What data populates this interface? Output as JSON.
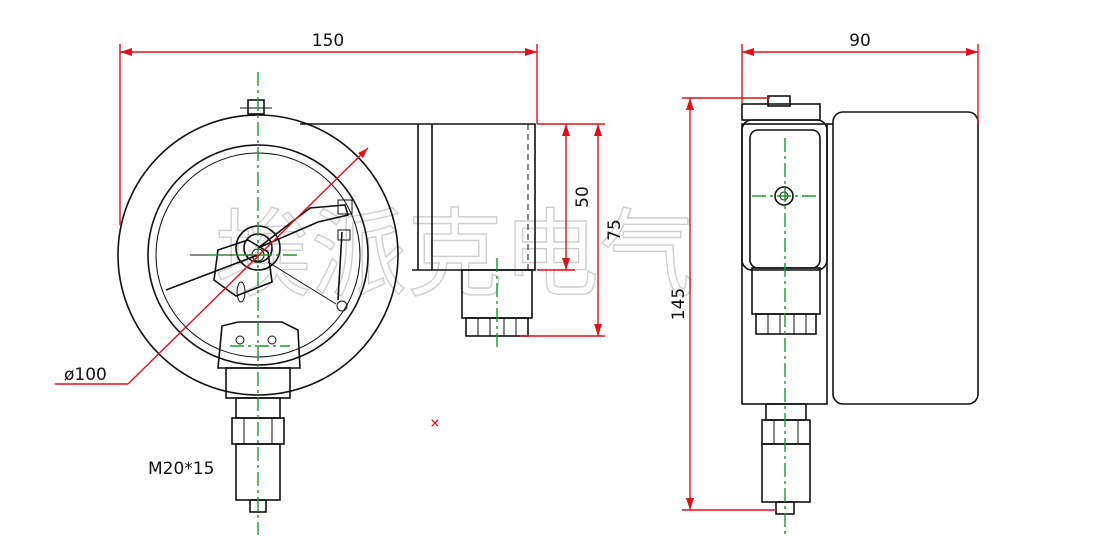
{
  "dimensions": {
    "front_width": "150",
    "side_width": "90",
    "box_height": "50",
    "connector_height": "75",
    "total_height": "145",
    "dial_diameter": "ø100",
    "thread": "M20*15"
  },
  "watermark": "埃派克电气",
  "marker": "×",
  "colors": {
    "outline": "#111111",
    "dimension": "#e0101a",
    "centerline": "#1a9a2a",
    "watermark": "#cfcfcf"
  }
}
